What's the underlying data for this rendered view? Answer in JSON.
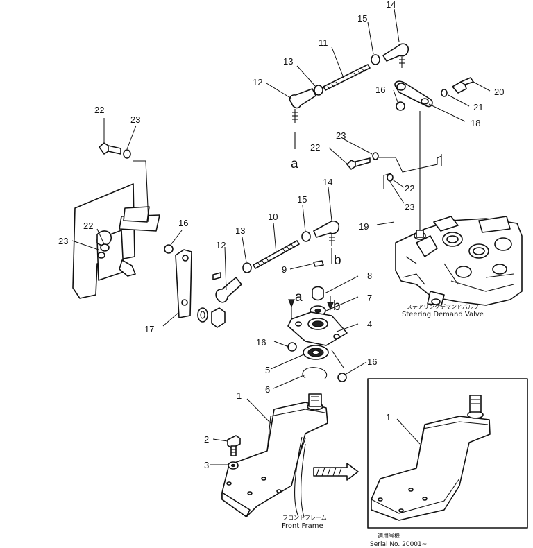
{
  "parts": [
    {
      "label": "1"
    },
    {
      "label": "1"
    },
    {
      "label": "2"
    },
    {
      "label": "3"
    },
    {
      "label": "4"
    },
    {
      "label": "5"
    },
    {
      "label": "6"
    },
    {
      "label": "7"
    },
    {
      "label": "8"
    },
    {
      "label": "9"
    },
    {
      "label": "10"
    },
    {
      "label": "11"
    },
    {
      "label": "12"
    },
    {
      "label": "12"
    },
    {
      "label": "13"
    },
    {
      "label": "13"
    },
    {
      "label": "14"
    },
    {
      "label": "14"
    },
    {
      "label": "15"
    },
    {
      "label": "15"
    },
    {
      "label": "16"
    },
    {
      "label": "16"
    },
    {
      "label": "16"
    },
    {
      "label": "16"
    },
    {
      "label": "17"
    },
    {
      "label": "18"
    },
    {
      "label": "19"
    },
    {
      "label": "20"
    },
    {
      "label": "21"
    },
    {
      "label": "22"
    },
    {
      "label": "22"
    },
    {
      "label": "22"
    },
    {
      "label": "22"
    },
    {
      "label": "23"
    },
    {
      "label": "23"
    },
    {
      "label": "23"
    },
    {
      "label": "23"
    }
  ],
  "refs": {
    "a": "a",
    "b": "b"
  },
  "captions": {
    "valve_jp": "ステアリングデマンドバルブ",
    "valve_en": "Steering Demand Valve",
    "frame_jp": "フロントフレーム",
    "frame_en": "Front Frame",
    "serial_jp": "適用号機",
    "serial_en": "Serial No. 20001~"
  }
}
